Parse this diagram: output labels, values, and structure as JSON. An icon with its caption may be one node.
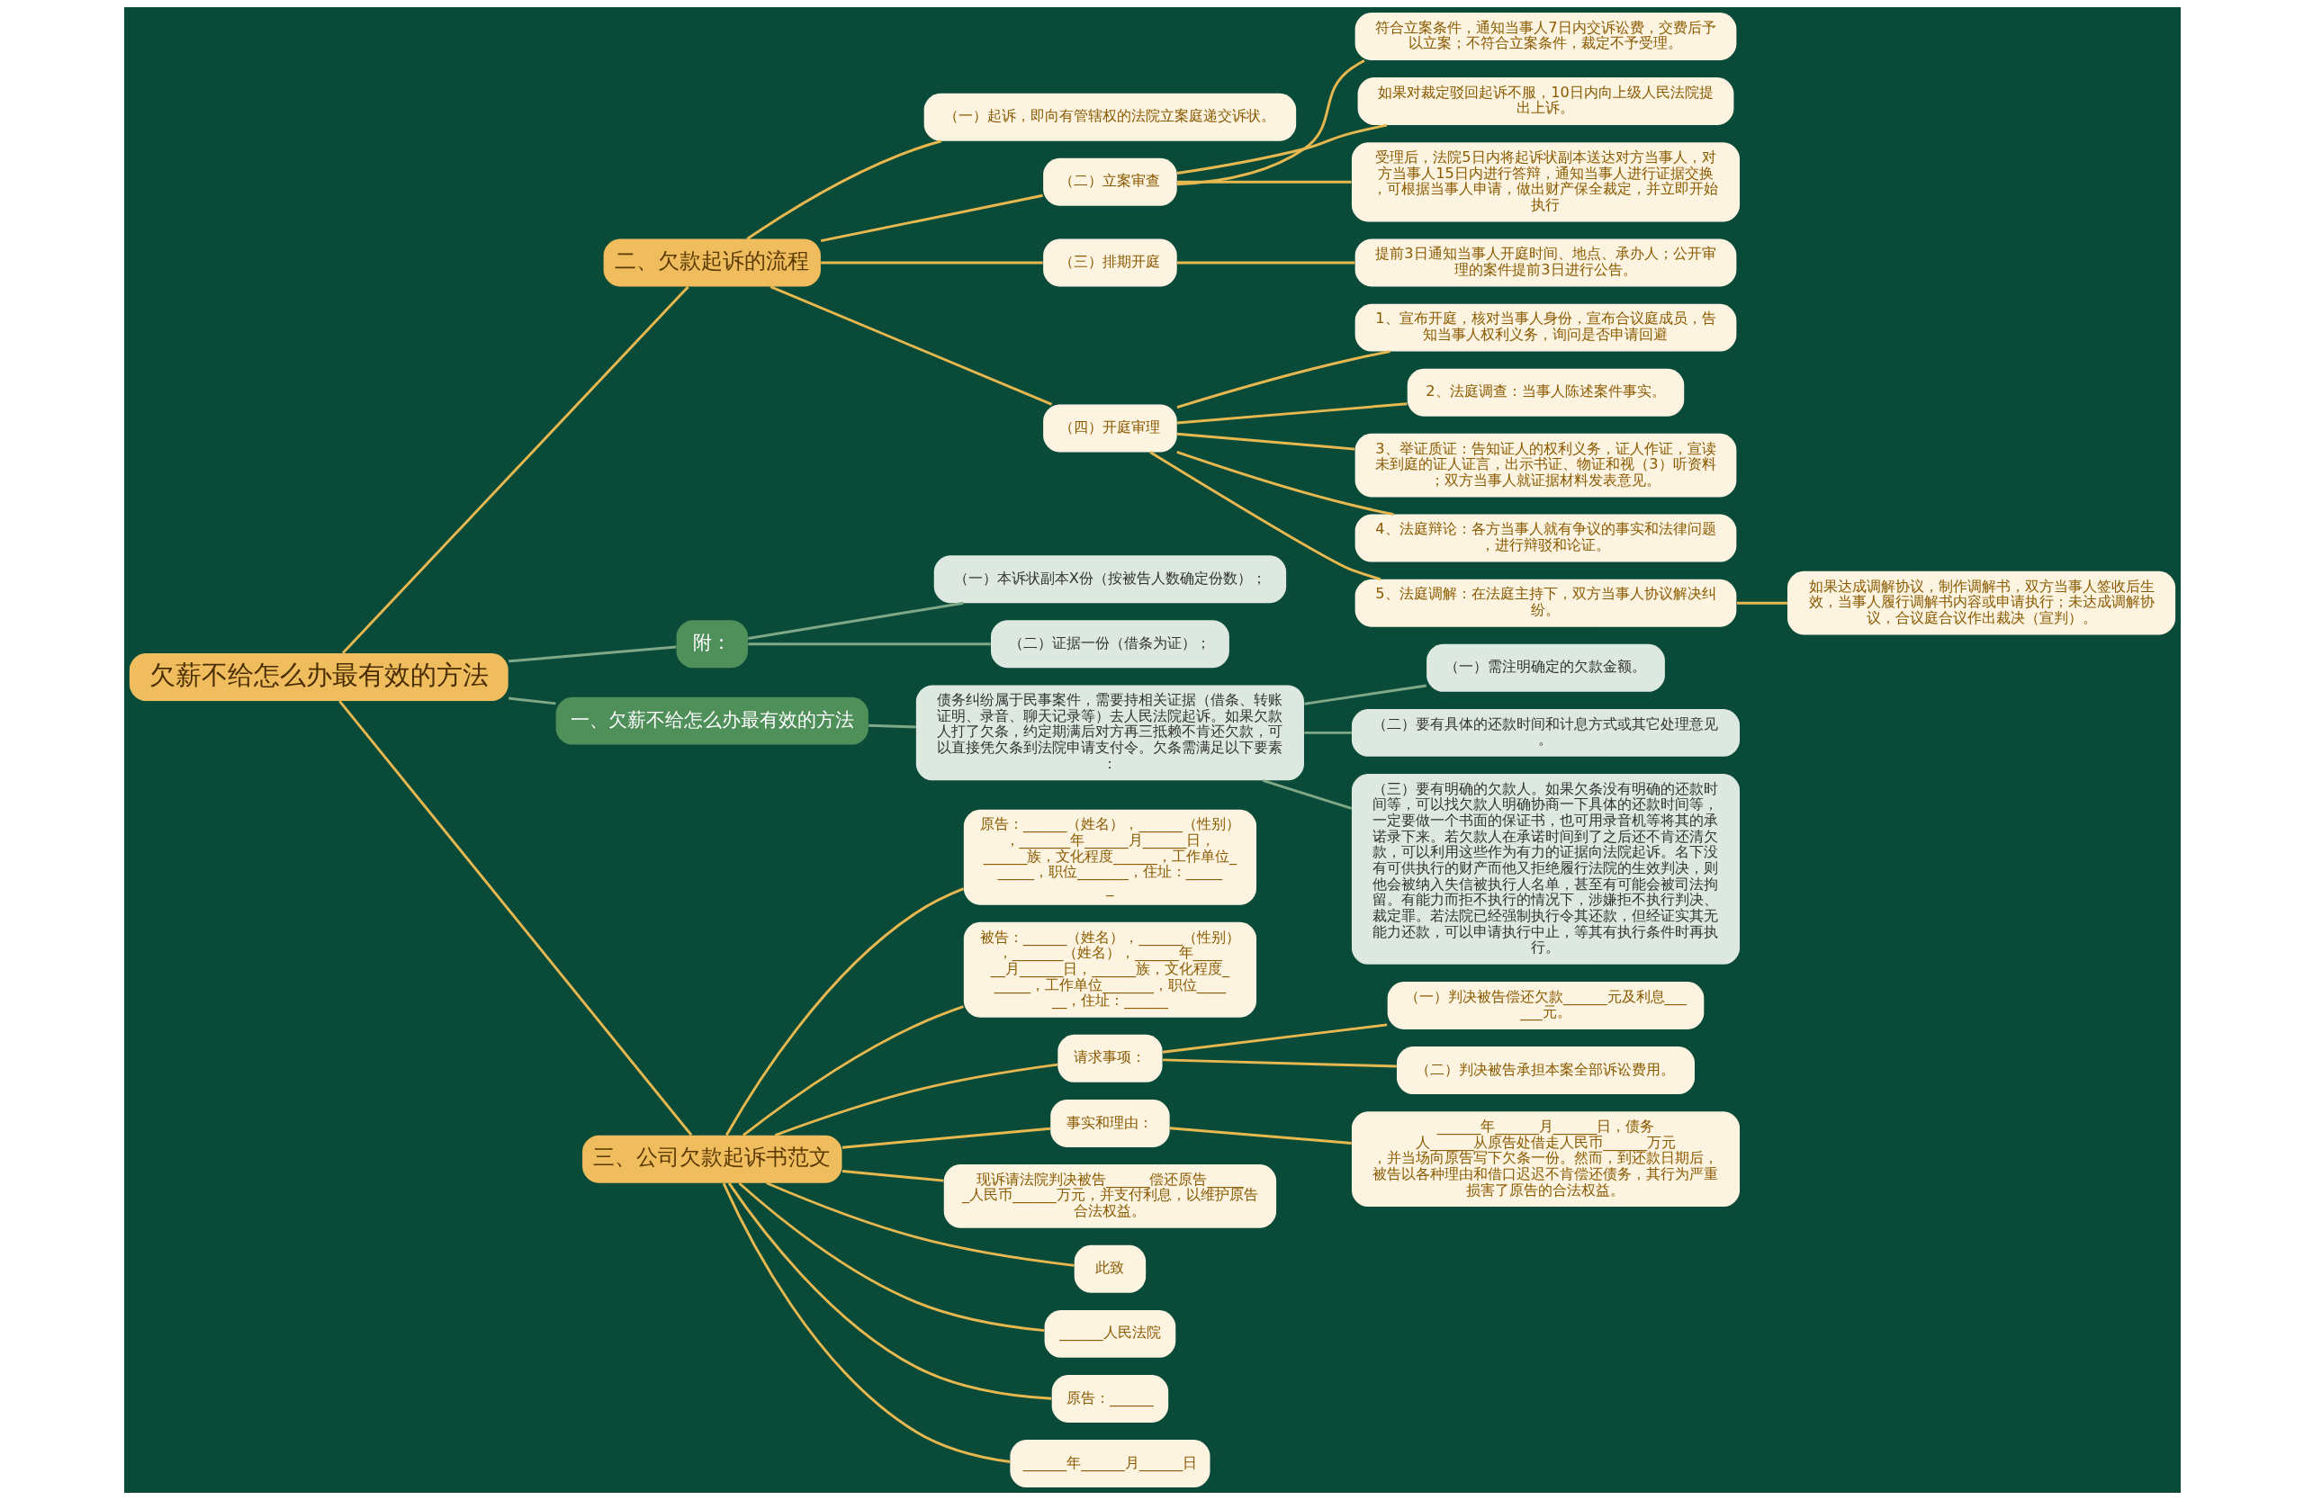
{
  "diagram": {
    "nodes": [
      {
        "text": [
          "欠薪不给怎么办最有效的方法"
        ]
      },
      {
        "text": [
          "二、欠款起诉的流程"
        ]
      },
      {
        "text": [
          "（一）起诉，即向有管辖权的法院立案庭递交诉状。"
        ]
      },
      {
        "text": [
          "（二）立案审查"
        ]
      },
      {
        "text": [
          "符合立案条件，通知当事人7日内交诉讼费，交费后予以立案；不符合立案条件，裁定不予受理。"
        ]
      },
      {
        "text": [
          "如果对裁定驳回起诉不服，10日内向上级人民法院提出上诉。"
        ]
      },
      {
        "text": [
          "受理后，法院5日内将起诉状副本送达对方当事人，对方当事人15日内进行答辩，通知当事人进行证据交换，可根据当事人申请，做出财产保全裁定，并立即开始执行"
        ]
      },
      {
        "text": [
          "（三）排期开庭"
        ]
      },
      {
        "text": [
          "提前3日通知当事人开庭时间、地点、承办人；公开审理的案件提前3日进行公告。"
        ]
      },
      {
        "text": [
          "（四）开庭审理"
        ]
      },
      {
        "text": [
          "1、宣布开庭，核对当事人身份，宣布合议庭成员，告知当事人权利义务，询问是否申请回避"
        ]
      },
      {
        "text": [
          "2、法庭调查：当事人陈述案件事实。"
        ]
      },
      {
        "text": [
          "3、举证质证：告知证人的权利义务，证人作证，宣读未到庭的证人证言，出示书证、物证和视（3）听资料；双方当事人就证据材料发表意见。"
        ]
      },
      {
        "text": [
          "4、法庭辩论：各方当事人就有争议的事实和法律问题，进行辩驳和论证。"
        ]
      },
      {
        "text": [
          "5、法庭调解：在法庭主持下，双方当事人协议解决纠纷。"
        ]
      },
      {
        "text": [
          "如果达成调解协议，制作调解书，双方当事人签收后生效，当事人履行调解书内容或申请执行；未达成调解协议，合议庭合议作出裁决（宣判）。"
        ]
      },
      {
        "text": [
          "附："
        ]
      },
      {
        "text": [
          "（一）本诉状副本X份（按被告人数确定份数）；"
        ]
      },
      {
        "text": [
          "（二）证据一份（借条为证）；"
        ]
      },
      {
        "text": [
          "一、欠薪不给怎么办最有效的方法"
        ]
      },
      {
        "text": [
          "债务纠纷属于民事案件，需要持相关证据（借条、转账证明、录音、聊天记录等）去人民法院起诉。如果欠款人打了欠条，约定期满后对方再三抵赖不肯还欠款，可以直接凭欠条到法院申请支付令。欠条需满足以下要素："
        ]
      },
      {
        "text": [
          "（一）需注明确定的欠款金额。"
        ]
      },
      {
        "text": [
          "（二）要有具体的还款时间和计息方式或其它处理意见。"
        ]
      },
      {
        "text": [
          "（三）要有明确的欠款人。如果欠条没有明确的还款时间等，可以找欠款人明确协商一下具体的还款时间等，一定要做一个书面的保证书，也可用录音机等将其的承诺录下来。若欠款人在承诺时间到了之后还不肯还清欠款，可以利用这些作为有力的证据向法院起诉。名下没有可供执行的财产而他又拒绝履行法院的生效判决，则他会被纳入失信被执行人名单，甚至有可能会被司法拘留。有能力而拒不执行的情况下，涉嫌拒不执行判决、裁定罪。若法院已经强制执行令其还款，但经证实其无能力还款，可以申请执行中止，等其有执行条件时再执行。"
        ]
      },
      {
        "text": [
          "三、公司欠款起诉书范文"
        ]
      },
      {
        "text": [
          "原告：______（姓名），______（性别），_______年______月______日，______族，文化程度______，工作单位______，职位_______，住址：______"
        ]
      },
      {
        "text": [
          "被告：______（姓名），______（性别），_______（姓名），______年______月______日，______族，文化程度______，工作单位_______，职位______，住址：______"
        ]
      },
      {
        "text": [
          "请求事项："
        ]
      },
      {
        "text": [
          "（一）判决被告偿还欠款______元及利息______元。"
        ]
      },
      {
        "text": [
          "（二）判决被告承担本案全部诉讼费用。"
        ]
      },
      {
        "text": [
          "事实和理由："
        ]
      },
      {
        "text": [
          "______年______月______日，债务人______从原告处借走人民币______万元，并当场向原告写下欠条一份。然而，到还款日期后，被告以各种理由和借口迟迟不肯偿还债务，其行为严重损害了原告的合法权益。"
        ]
      },
      {
        "text": [
          "现诉请法院判决被告______偿还原告______人民币______万元，并支付利息，以维护原告合法权益。"
        ]
      },
      {
        "text": [
          "此致"
        ]
      },
      {
        "text": [
          "______人民法院"
        ]
      },
      {
        "text": [
          "原告：______"
        ]
      },
      {
        "text": [
          "______年______月______日"
        ]
      }
    ],
    "edges": [
      {
        "from": 0,
        "to": 1,
        "arrow": "none"
      },
      {
        "from": 1,
        "to": 2,
        "arrow": "none"
      },
      {
        "from": 1,
        "to": 3,
        "arrow": "none"
      },
      {
        "from": 3,
        "to": 4,
        "arrow": "none"
      },
      {
        "from": 3,
        "to": 5,
        "arrow": "none"
      },
      {
        "from": 3,
        "to": 6,
        "arrow": "none"
      },
      {
        "from": 1,
        "to": 7,
        "arrow": "none"
      },
      {
        "from": 7,
        "to": 8,
        "arrow": "none"
      },
      {
        "from": 1,
        "to": 9,
        "arrow": "none"
      },
      {
        "from": 9,
        "to": 10,
        "arrow": "none"
      },
      {
        "from": 9,
        "to": 11,
        "arrow": "none"
      },
      {
        "from": 9,
        "to": 12,
        "arrow": "none"
      },
      {
        "from": 9,
        "to": 13,
        "arrow": "none"
      },
      {
        "from": 9,
        "to": 14,
        "arrow": "none"
      },
      {
        "from": 14,
        "to": 15,
        "arrow": "none"
      },
      {
        "from": 0,
        "to": 16,
        "arrow": "none",
        "color": "#7fa886"
      },
      {
        "from": 16,
        "to": 17,
        "arrow": "none",
        "color": "#7fa886"
      },
      {
        "from": 16,
        "to": 18,
        "arrow": "none",
        "color": "#7fa886"
      },
      {
        "from": 0,
        "to": 19,
        "arrow": "none",
        "color": "#7fa886"
      },
      {
        "from": 19,
        "to": 20,
        "arrow": "none",
        "color": "#7fa886"
      },
      {
        "from": 20,
        "to": 21,
        "arrow": "none",
        "color": "#7fa886"
      },
      {
        "from": 20,
        "to": 22,
        "arrow": "none",
        "color": "#7fa886"
      },
      {
        "from": 20,
        "to": 23,
        "arrow": "none",
        "color": "#7fa886"
      },
      {
        "from": 0,
        "to": 24,
        "arrow": "none"
      },
      {
        "from": 24,
        "to": 25,
        "arrow": "none"
      },
      {
        "from": 24,
        "to": 26,
        "arrow": "none"
      },
      {
        "from": 24,
        "to": 27,
        "arrow": "none"
      },
      {
        "from": 27,
        "to": 28,
        "arrow": "none"
      },
      {
        "from": 27,
        "to": 29,
        "arrow": "none"
      },
      {
        "from": 24,
        "to": 30,
        "arrow": "none"
      },
      {
        "from": 30,
        "to": 31,
        "arrow": "none"
      },
      {
        "from": 24,
        "to": 32,
        "arrow": "none"
      },
      {
        "from": 24,
        "to": 33,
        "arrow": "none"
      },
      {
        "from": 24,
        "to": 34,
        "arrow": "none"
      },
      {
        "from": 24,
        "to": 35,
        "arrow": "none"
      },
      {
        "from": 24,
        "to": 36,
        "arrow": "none"
      }
    ]
  }
}
